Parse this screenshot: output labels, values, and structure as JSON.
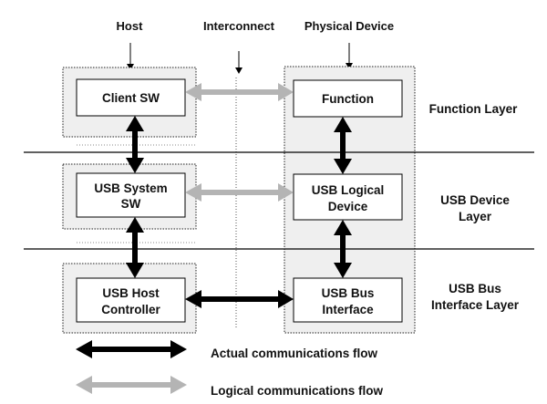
{
  "headers": {
    "host": "Host",
    "interconnect": "Interconnect",
    "device": "Physical Device"
  },
  "boxes": {
    "client_sw": "Client SW",
    "usb_system_sw": [
      "USB System",
      "SW"
    ],
    "usb_host_controller": [
      "USB Host",
      "Controller"
    ],
    "function": "Function",
    "usb_logical_device": [
      "USB Logical",
      "Device"
    ],
    "usb_bus_interface": [
      "USB Bus",
      "Interface"
    ]
  },
  "layers": {
    "function_layer": "Function Layer",
    "usb_device_layer": [
      "USB Device",
      "Layer"
    ],
    "usb_bus_interface_layer": [
      "USB Bus",
      "Interface Layer"
    ]
  },
  "legend": {
    "actual": "Actual communications flow",
    "logical": "Logical communications flow"
  },
  "colors": {
    "actual_flow": "#000000",
    "logical_flow": "#b4b4b4",
    "shaded_panel": "#efefef",
    "box_fill": "#ffffff"
  }
}
